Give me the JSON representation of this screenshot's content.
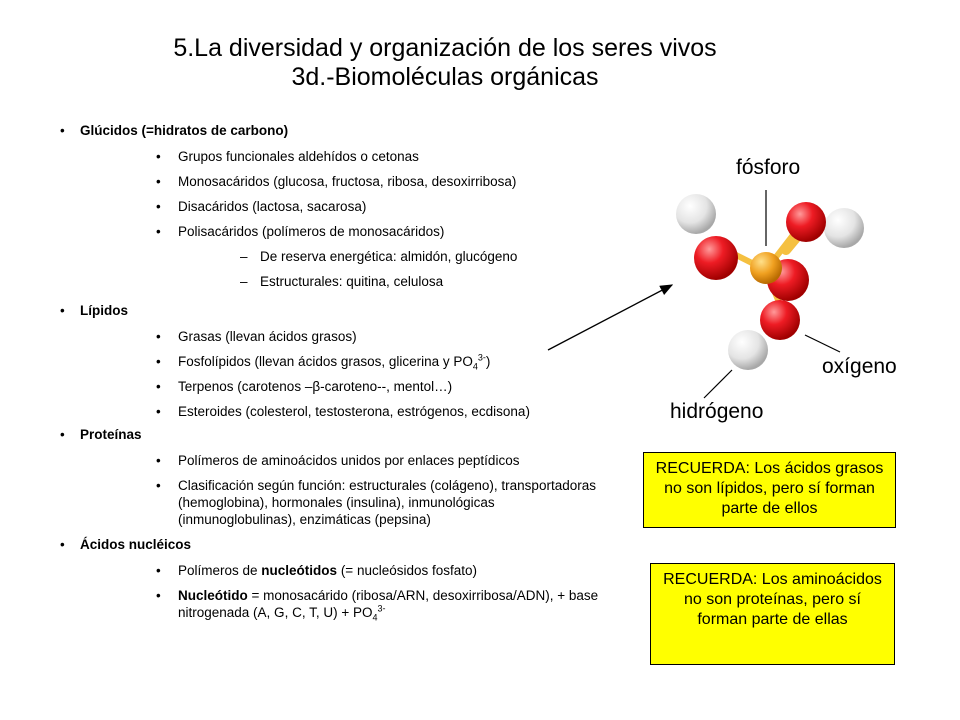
{
  "slide": {
    "title_line1": "5.La diversidad y organización de los seres vivos",
    "title_line2": "3d.-Biomoléculas orgánicas"
  },
  "glucidos": {
    "heading": "Glúcidos (=hidratos de carbono)",
    "items": [
      "Grupos funcionales aldehídos o cetonas",
      "Monosacáridos (glucosa, fructosa, ribosa, desoxirribosa)",
      "Disacáridos (lactosa, sacarosa)",
      "Polisacáridos (polímeros de monosacáridos)"
    ],
    "sub_items": [
      "De reserva energética: almidón, glucógeno",
      "Estructurales: quitina, celulosa"
    ]
  },
  "lipidos": {
    "heading": "Lípidos",
    "item1": "Grasas (llevan ácidos grasos)",
    "item2_prefix": "Fosfolípidos (llevan ácidos grasos, glicerina y PO",
    "item2_sub": "4",
    "item2_sup": "3-",
    "item2_suffix": ")",
    "item3": "Terpenos (carotenos –β-caroteno--, mentol…)",
    "item4": "Esteroides (colesterol, testosterona, estrógenos, ecdisona)"
  },
  "proteinas": {
    "heading": "Proteínas",
    "item1": "Polímeros de aminoácidos unidos por enlaces peptídicos",
    "item2": "Clasificación según función: estructurales (colágeno), transportadoras (hemoglobina), hormonales (insulina), inmunológicas (inmunoglobulinas), enzimáticas (pepsina)"
  },
  "acidos": {
    "heading": "Ácidos nucléicos",
    "item1_prefix": "Polímeros de ",
    "item1_bold": "nucleótidos",
    "item1_suffix": " (= nucleósidos fosfato)",
    "item2_bold": "Nucleótido",
    "item2_text": " = monosacárido (ribosa/ARN, desoxirribosa/ADN), + base nitrogenada (A, G, C, T, U) + PO",
    "item2_sub": "4",
    "item2_sup": "3-"
  },
  "bullets": {
    "dot": "•",
    "dash": "–"
  },
  "molecule": {
    "label_p": "fósforo",
    "label_o": "oxígeno",
    "label_h": "hidrógeno",
    "colors": {
      "oxygen": "#e8151b",
      "hydrogen": "#e6e6e6",
      "phosphorus": "#f0a020",
      "bond": "#f5c040"
    }
  },
  "notes": {
    "box1": "RECUERDA: Los ácidos grasos no son lípidos, pero sí forman parte de ellos",
    "box2": "RECUERDA: Los aminoácidos no son proteínas, pero sí forman parte de ellas",
    "box_color": "#ffff00"
  }
}
